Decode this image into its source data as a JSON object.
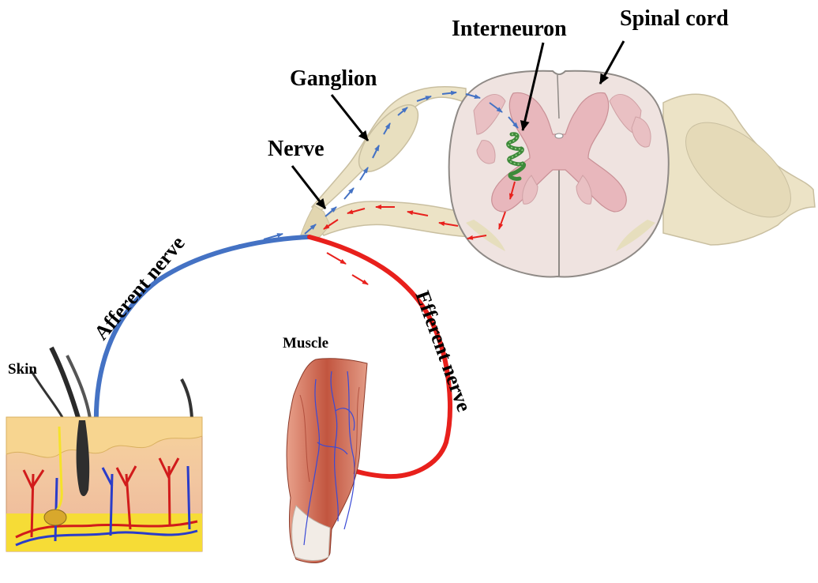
{
  "labels": {
    "spinal_cord": "Spinal cord",
    "interneuron": "Interneuron",
    "ganglion": "Ganglion",
    "nerve": "Nerve",
    "afferent_nerve": "Afferent nerve",
    "efferent_nerve": "Efferent nerve",
    "muscle": "Muscle",
    "skin": "Skin"
  },
  "colors": {
    "afferent": "#4472c4",
    "efferent": "#e8201c",
    "interneuron": "#3e8a3a",
    "cord_tissue": "#efe3e0",
    "grey_matter": "#e8b7bc",
    "nerve_tissue": "#ece3c6",
    "skin_epidermis": "#f4c98a",
    "skin_dermis": "#f0cfa2",
    "fat_layer": "#f6dc36",
    "muscle": "#c95a45"
  }
}
